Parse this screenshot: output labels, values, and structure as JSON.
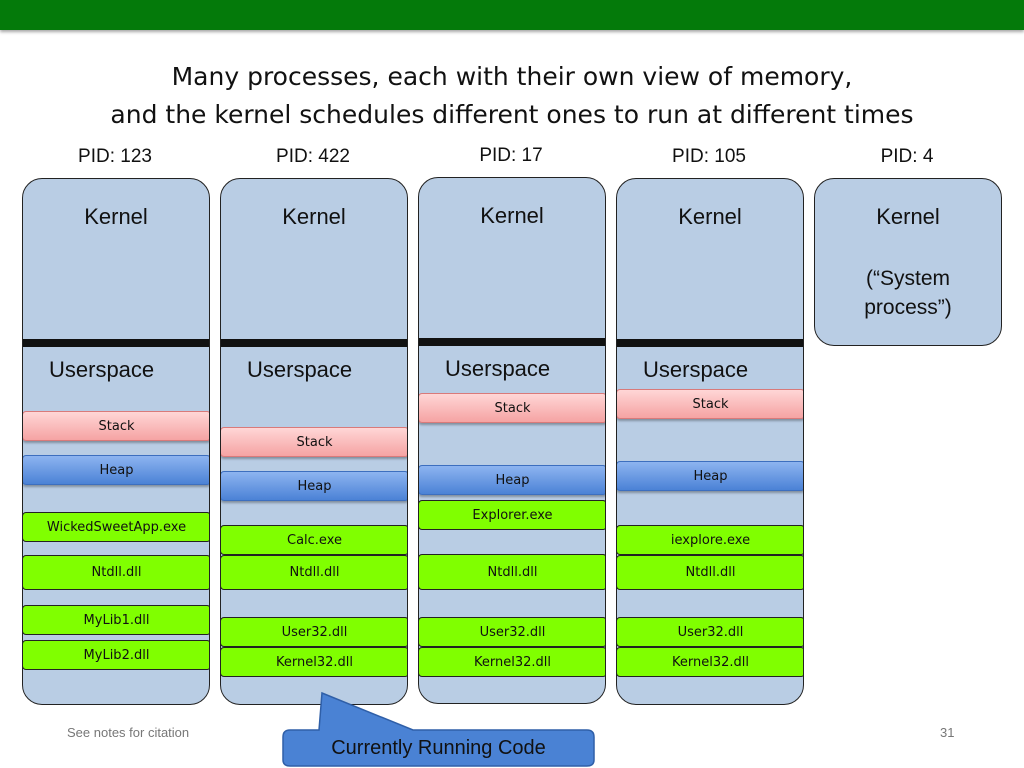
{
  "title": {
    "line1": "Many processes, each with their own view of memory,",
    "line2": "and the kernel schedules different ones to run at different times"
  },
  "processes": [
    {
      "pid": "PID: 123",
      "kernel": "Kernel",
      "userspace": "Userspace",
      "stack": "Stack",
      "heap": "Heap",
      "modules": [
        "WickedSweetApp.exe",
        "Ntdll.dll",
        "MyLib1.dll",
        "MyLib2.dll"
      ]
    },
    {
      "pid": "PID: 422",
      "kernel": "Kernel",
      "userspace": "Userspace",
      "stack": "Stack",
      "heap": "Heap",
      "modules": [
        "Calc.exe",
        "Ntdll.dll",
        "User32.dll",
        "Kernel32.dll"
      ]
    },
    {
      "pid": "PID: 17",
      "kernel": "Kernel",
      "userspace": "Userspace",
      "stack": "Stack",
      "heap": "Heap",
      "modules": [
        "Explorer.exe",
        "Ntdll.dll",
        "User32.dll",
        "Kernel32.dll"
      ]
    },
    {
      "pid": "PID: 105",
      "kernel": "Kernel",
      "userspace": "Userspace",
      "stack": "Stack",
      "heap": "Heap",
      "modules": [
        "iexplore.exe",
        "Ntdll.dll",
        "User32.dll",
        "Kernel32.dll"
      ]
    },
    {
      "pid": "PID: 4",
      "kernel": "Kernel",
      "note_line1": "(“System",
      "note_line2": "process”)"
    }
  ],
  "callout": "Currently Running Code",
  "footer": {
    "citation": "See notes for citation",
    "page_number": "31"
  },
  "colors": {
    "topbar": "#047a0a",
    "process_fill": "#b9cde4",
    "stack": "#f5a3a3",
    "heap": "#4b82d6",
    "module": "#80ff00",
    "callout": "#4a82d4"
  }
}
